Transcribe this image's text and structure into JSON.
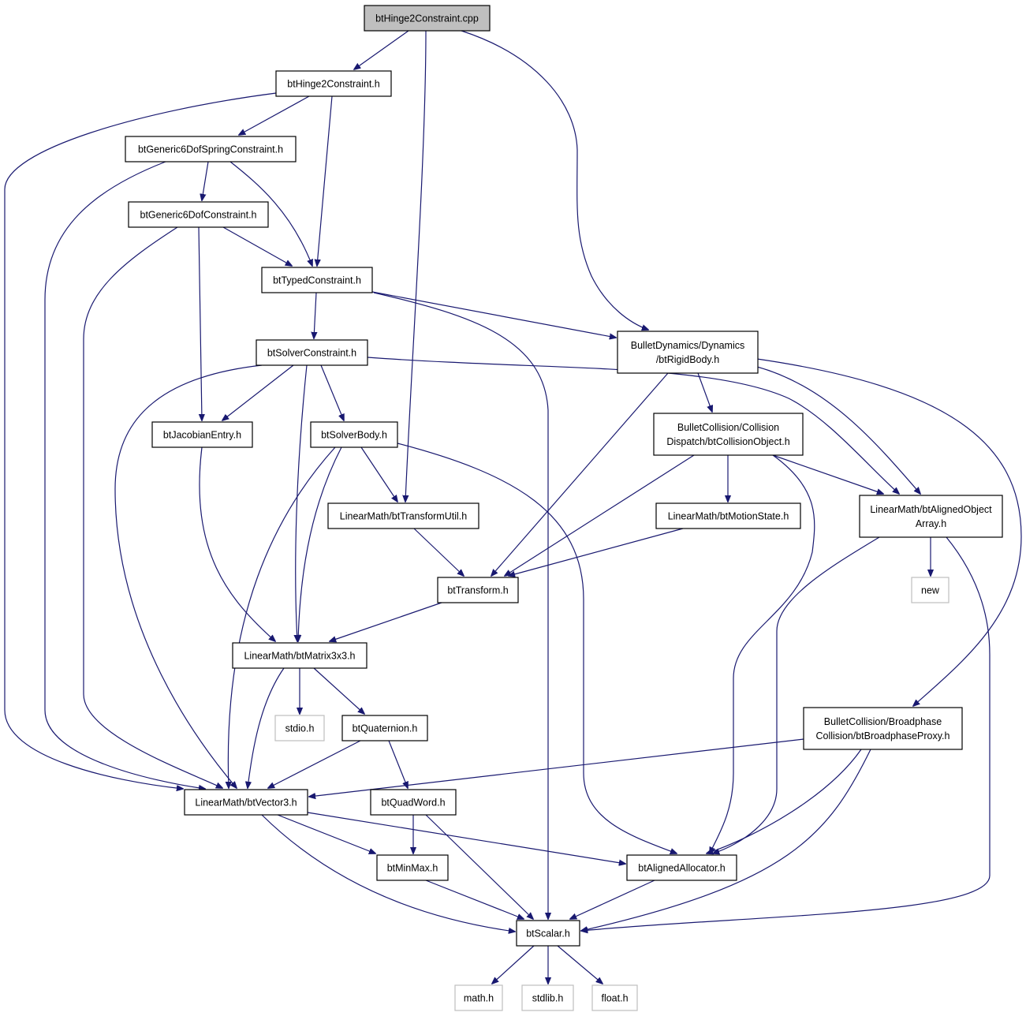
{
  "diagram": {
    "nodes": [
      {
        "id": "root",
        "lines": [
          "btHinge2Constraint.cpp"
        ],
        "kind": "root"
      },
      {
        "id": "hinge2h",
        "lines": [
          "btHinge2Constraint.h"
        ],
        "kind": "file"
      },
      {
        "id": "g6spring",
        "lines": [
          "btGeneric6DofSpringConstraint.h"
        ],
        "kind": "file"
      },
      {
        "id": "g6",
        "lines": [
          "btGeneric6DofConstraint.h"
        ],
        "kind": "file"
      },
      {
        "id": "typed",
        "lines": [
          "btTypedConstraint.h"
        ],
        "kind": "file"
      },
      {
        "id": "solverc",
        "lines": [
          "btSolverConstraint.h"
        ],
        "kind": "file"
      },
      {
        "id": "rigid",
        "lines": [
          "BulletDynamics/Dynamics",
          "/btRigidBody.h"
        ],
        "kind": "file"
      },
      {
        "id": "jacob",
        "lines": [
          "btJacobianEntry.h"
        ],
        "kind": "file"
      },
      {
        "id": "solverb",
        "lines": [
          "btSolverBody.h"
        ],
        "kind": "file"
      },
      {
        "id": "collobj",
        "lines": [
          "BulletCollision/Collision",
          "Dispatch/btCollisionObject.h"
        ],
        "kind": "file"
      },
      {
        "id": "tutil",
        "lines": [
          "LinearMath/btTransformUtil.h"
        ],
        "kind": "file"
      },
      {
        "id": "motion",
        "lines": [
          "LinearMath/btMotionState.h"
        ],
        "kind": "file"
      },
      {
        "id": "aoa",
        "lines": [
          "LinearMath/btAlignedObject",
          "Array.h"
        ],
        "kind": "file"
      },
      {
        "id": "transform",
        "lines": [
          "btTransform.h"
        ],
        "kind": "file"
      },
      {
        "id": "new",
        "lines": [
          "new"
        ],
        "kind": "external"
      },
      {
        "id": "matrix",
        "lines": [
          "LinearMath/btMatrix3x3.h"
        ],
        "kind": "file"
      },
      {
        "id": "stdio",
        "lines": [
          "stdio.h"
        ],
        "kind": "external"
      },
      {
        "id": "quat",
        "lines": [
          "btQuaternion.h"
        ],
        "kind": "file"
      },
      {
        "id": "bproxy",
        "lines": [
          "BulletCollision/Broadphase",
          "Collision/btBroadphaseProxy.h"
        ],
        "kind": "file"
      },
      {
        "id": "vector3",
        "lines": [
          "LinearMath/btVector3.h"
        ],
        "kind": "file"
      },
      {
        "id": "quadword",
        "lines": [
          "btQuadWord.h"
        ],
        "kind": "file"
      },
      {
        "id": "minmax",
        "lines": [
          "btMinMax.h"
        ],
        "kind": "file"
      },
      {
        "id": "aalloc",
        "lines": [
          "btAlignedAllocator.h"
        ],
        "kind": "file"
      },
      {
        "id": "scalar",
        "lines": [
          "btScalar.h"
        ],
        "kind": "file"
      },
      {
        "id": "math",
        "lines": [
          "math.h"
        ],
        "kind": "external"
      },
      {
        "id": "stdlib",
        "lines": [
          "stdlib.h"
        ],
        "kind": "external"
      },
      {
        "id": "float",
        "lines": [
          "float.h"
        ],
        "kind": "external"
      }
    ],
    "edges": [
      [
        "root",
        "hinge2h"
      ],
      [
        "root",
        "tutil"
      ],
      [
        "root",
        "rigid"
      ],
      [
        "hinge2h",
        "g6spring"
      ],
      [
        "hinge2h",
        "typed"
      ],
      [
        "hinge2h",
        "vector3"
      ],
      [
        "g6spring",
        "g6"
      ],
      [
        "g6spring",
        "typed"
      ],
      [
        "g6spring",
        "vector3"
      ],
      [
        "g6",
        "typed"
      ],
      [
        "g6",
        "jacob"
      ],
      [
        "g6",
        "vector3"
      ],
      [
        "typed",
        "solverc"
      ],
      [
        "typed",
        "rigid"
      ],
      [
        "typed",
        "scalar"
      ],
      [
        "solverc",
        "jacob"
      ],
      [
        "solverc",
        "solverb"
      ],
      [
        "solverc",
        "matrix"
      ],
      [
        "solverc",
        "vector3"
      ],
      [
        "solverc",
        "aoa"
      ],
      [
        "rigid",
        "collobj"
      ],
      [
        "rigid",
        "transform"
      ],
      [
        "rigid",
        "aoa"
      ],
      [
        "rigid",
        "bproxy"
      ],
      [
        "jacob",
        "matrix"
      ],
      [
        "solverb",
        "tutil"
      ],
      [
        "solverb",
        "matrix"
      ],
      [
        "solverb",
        "vector3"
      ],
      [
        "solverb",
        "aalloc"
      ],
      [
        "collobj",
        "motion"
      ],
      [
        "collobj",
        "aoa"
      ],
      [
        "collobj",
        "transform"
      ],
      [
        "collobj",
        "aalloc"
      ],
      [
        "tutil",
        "transform"
      ],
      [
        "motion",
        "transform"
      ],
      [
        "aoa",
        "new"
      ],
      [
        "aoa",
        "aalloc"
      ],
      [
        "aoa",
        "scalar"
      ],
      [
        "transform",
        "matrix"
      ],
      [
        "matrix",
        "stdio"
      ],
      [
        "matrix",
        "quat"
      ],
      [
        "matrix",
        "vector3"
      ],
      [
        "quat",
        "quadword"
      ],
      [
        "quat",
        "vector3"
      ],
      [
        "bproxy",
        "vector3"
      ],
      [
        "bproxy",
        "aalloc"
      ],
      [
        "bproxy",
        "scalar"
      ],
      [
        "vector3",
        "minmax"
      ],
      [
        "vector3",
        "aalloc"
      ],
      [
        "vector3",
        "scalar"
      ],
      [
        "quadword",
        "minmax"
      ],
      [
        "quadword",
        "scalar"
      ],
      [
        "minmax",
        "scalar"
      ],
      [
        "aalloc",
        "scalar"
      ],
      [
        "scalar",
        "math"
      ],
      [
        "scalar",
        "stdlib"
      ],
      [
        "scalar",
        "float"
      ]
    ]
  },
  "colors": {
    "edge": "#191970",
    "root_fill": "#bfbfbf",
    "node_border": "#000000",
    "external_border": "#bfbfbf",
    "background": "#ffffff"
  }
}
